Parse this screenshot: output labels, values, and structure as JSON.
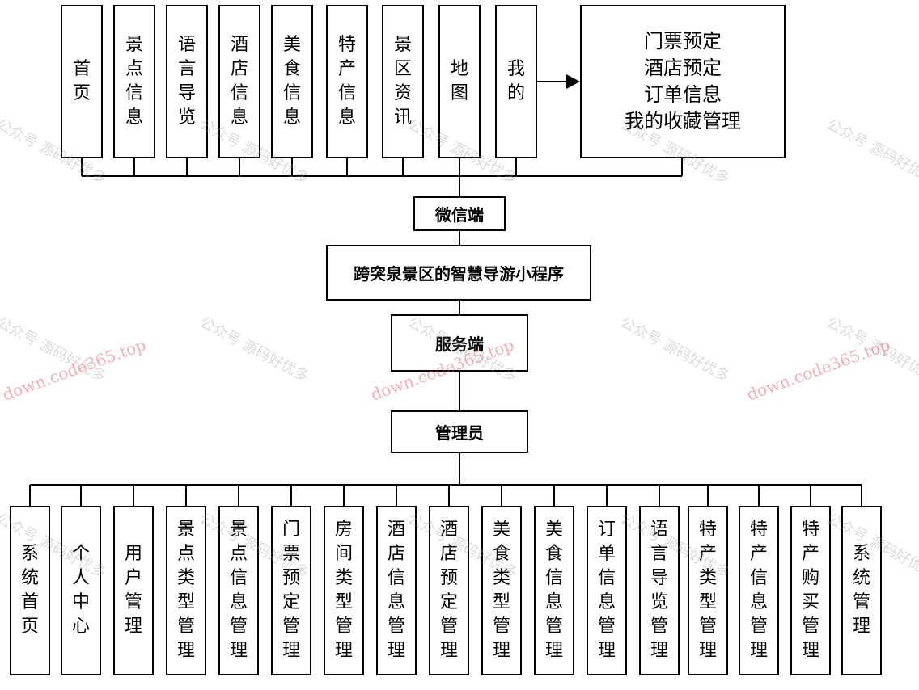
{
  "top_nodes": [
    "首页",
    "景点信息",
    "语言导览",
    "酒店信息",
    "美食信息",
    "特产信息",
    "景区资讯",
    "地图",
    "我的"
  ],
  "my_details": [
    "门票预定",
    "酒店预定",
    "订单信息",
    "我的收藏管理"
  ],
  "wechat_label": "微信端",
  "app_title": "跨突泉景区的智慧导游小程序",
  "server_label": "服务端",
  "admin_label": "管理员",
  "admin_nodes": [
    "系统首页",
    "个人中心",
    "用户管理",
    "景点类型管理",
    "景点信息管理",
    "门票预定管理",
    "房间类型管理",
    "酒店信息管理",
    "酒店预定管理",
    "美食类型管理",
    "美食信息管理",
    "订单信息管理",
    "语言导览管理",
    "特产类型管理",
    "特产信息管理",
    "特产购买管理",
    "系统管理"
  ],
  "watermarks": {
    "gray": "公众号 源码好优多",
    "pink": "down.code365.top"
  }
}
